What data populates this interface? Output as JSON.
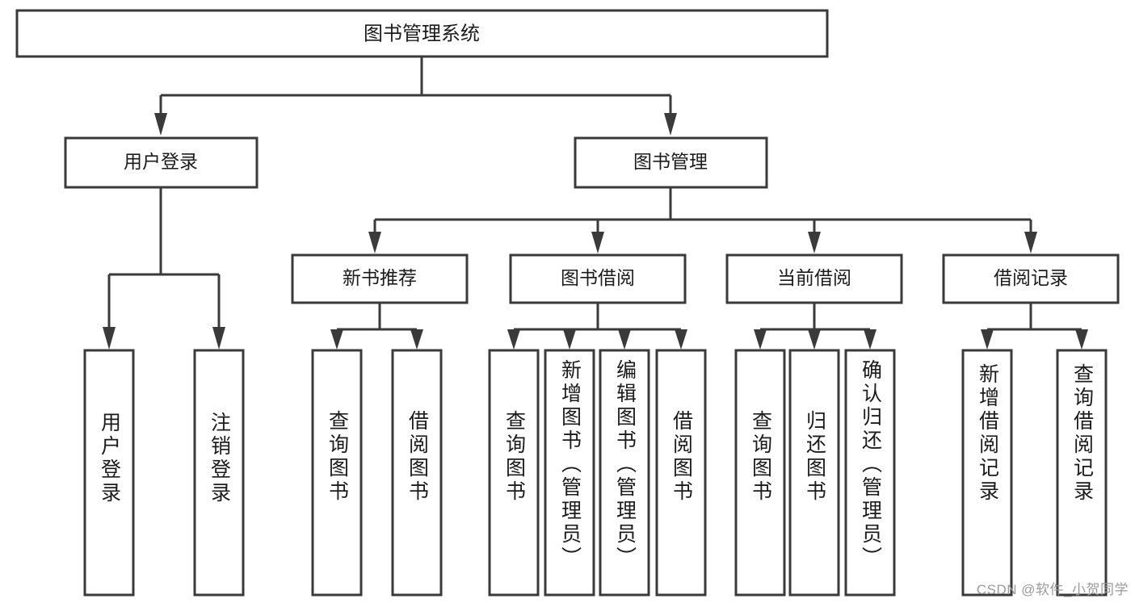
{
  "diagram": {
    "title": "图书管理系统",
    "type": "tree-hierarchy-diagram",
    "colors": {
      "box_stroke": "#3a3a3a",
      "box_fill": "#ffffff",
      "text": "#1b1b1b",
      "background": "#ffffff",
      "watermark": "#9a9a9a"
    },
    "root": {
      "label": "图书管理系统"
    },
    "level2": [
      {
        "label": "用户登录"
      },
      {
        "label": "图书管理"
      }
    ],
    "level3": [
      {
        "label": "新书推荐"
      },
      {
        "label": "图书借阅"
      },
      {
        "label": "当前借阅"
      },
      {
        "label": "借阅记录"
      }
    ],
    "leaves": {
      "user_login": [
        {
          "label": "用户登录"
        },
        {
          "label": "注销登录"
        }
      ],
      "new_book_recommend": [
        {
          "label": "查询图书"
        },
        {
          "label": "借阅图书"
        }
      ],
      "book_borrow": [
        {
          "label": "查询图书"
        },
        {
          "label": "新增图书（管理员）"
        },
        {
          "label": "编辑图书（管理员）"
        },
        {
          "label": "借阅图书"
        }
      ],
      "current_borrow": [
        {
          "label": "查询图书"
        },
        {
          "label": "归还图书"
        },
        {
          "label": "确认归还（管理员）"
        }
      ],
      "borrow_record": [
        {
          "label": "新增借阅记录"
        },
        {
          "label": "查询借阅记录"
        }
      ]
    }
  },
  "watermark": {
    "text": "CSDN @软件_小贺同学"
  }
}
